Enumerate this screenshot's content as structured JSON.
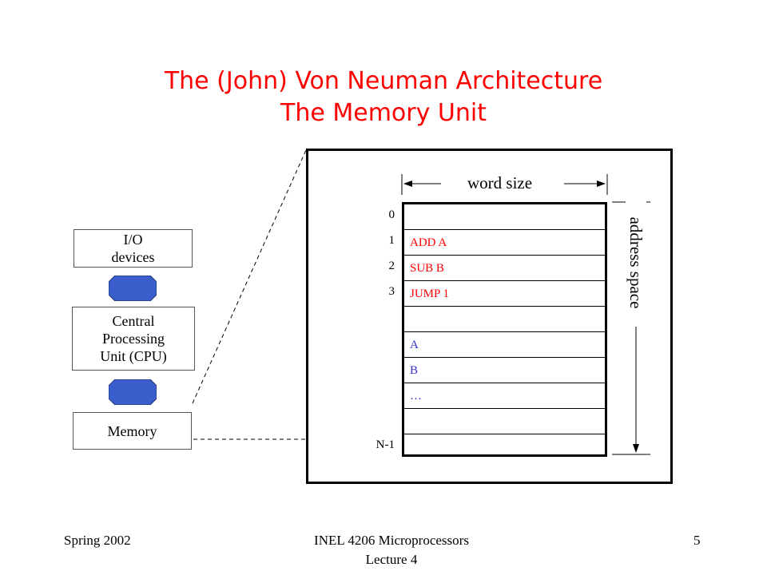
{
  "slide": {
    "title_line1": "The (John) Von Neuman Architecture",
    "title_line2": "The Memory Unit"
  },
  "components": {
    "io_line1": "I/O",
    "io_line2": "devices",
    "cpu_line1": "Central",
    "cpu_line2": "Processing",
    "cpu_line3": "Unit (CPU)",
    "memory": "Memory"
  },
  "memory_unit": {
    "word_size_label": "word size",
    "address_space_label": "address space",
    "index_0": "0",
    "index_1": "1",
    "index_2": "2",
    "index_3": "3",
    "index_last": "N-1",
    "cells": [
      "",
      "ADD A",
      "SUB B",
      "JUMP 1",
      "",
      "A",
      "B",
      "…",
      "",
      ""
    ]
  },
  "footer": {
    "left": "Spring 2002",
    "center_line1": "INEL 4206 Microprocessors",
    "center_line2": "Lecture 4",
    "page": "5"
  },
  "colors": {
    "title": "#ff0000",
    "instruction_text": "#ff0000",
    "data_text": "#3333cc",
    "arrow_fill": "#3a5fcd"
  }
}
